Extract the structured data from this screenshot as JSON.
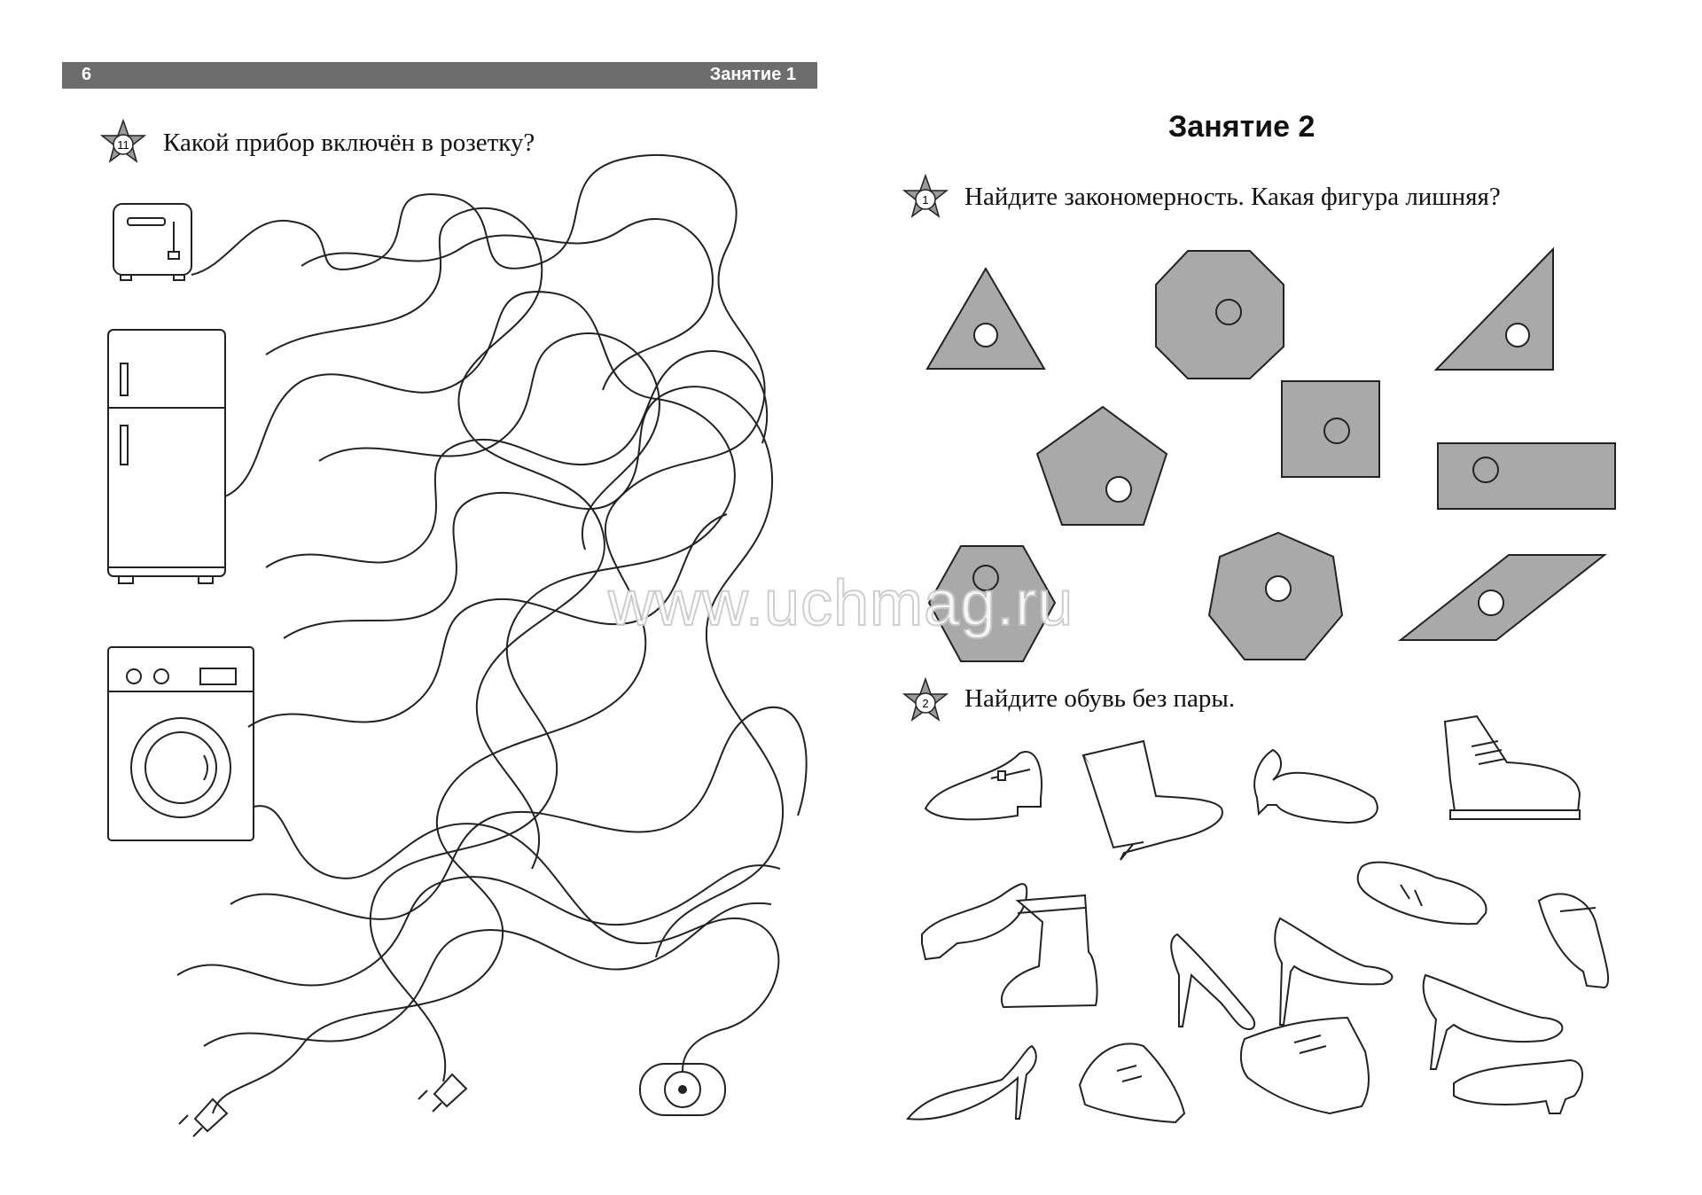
{
  "header": {
    "page_number": "6",
    "lesson_label": "Занятие 1"
  },
  "left": {
    "task": {
      "number": "11",
      "question": "Какой прибор включён в розетку?"
    },
    "appliances": [
      "toaster-icon",
      "fridge-icon",
      "washing-machine-icon"
    ],
    "endpoints": [
      "plug-icon",
      "plug-icon",
      "socket-icon"
    ]
  },
  "right": {
    "title": "Занятие 2",
    "task1": {
      "number": "1",
      "question": "Найдите закономерность. Какая фигура лишняя?"
    },
    "task2": {
      "number": "2",
      "question": "Найдите обувь без пары."
    },
    "shapes": [
      "triangle",
      "octagon",
      "right-triangle",
      "pentagon",
      "square",
      "rectangle",
      "hexagon",
      "heptagon",
      "parallelogram"
    ],
    "shoes": [
      "girls-shoe",
      "rubber-boot",
      "slingback-flat",
      "hiking-boot",
      "loafer",
      "rubber-boot",
      "high-heel",
      "slingback-heel",
      "sneaker",
      "girls-shoe",
      "pump",
      "slingback-heel",
      "sneaker",
      "hiking-boot",
      "slingback-flat"
    ]
  },
  "watermark": "www.uchmag.ru",
  "colors": {
    "header_bg": "#6d6d6d",
    "shape_fill": "#a9a9a9",
    "star_fill": "#9a9a9a"
  }
}
